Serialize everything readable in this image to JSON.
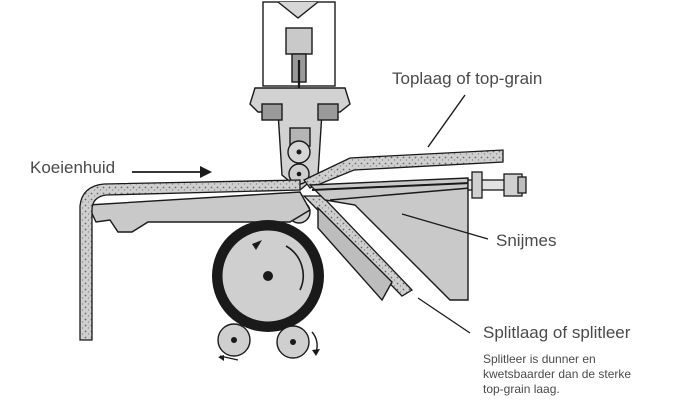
{
  "labels": {
    "cowhide": "Koeienhuid",
    "top_layer": "Toplaag of top-grain",
    "knife": "Snijmes",
    "split_layer": "Splitlaag of splitleer"
  },
  "note_lines": [
    "Splitleer is dunner en",
    "kwetsbaarder dan de sterke",
    "top-grain laag."
  ],
  "colors": {
    "line": "#1a1a1a",
    "machine_fill": "#c9c9c9",
    "machine_light": "#e2e2e2",
    "hide_fill": "#d8d8d8",
    "label_text": "#4a4a4a"
  }
}
